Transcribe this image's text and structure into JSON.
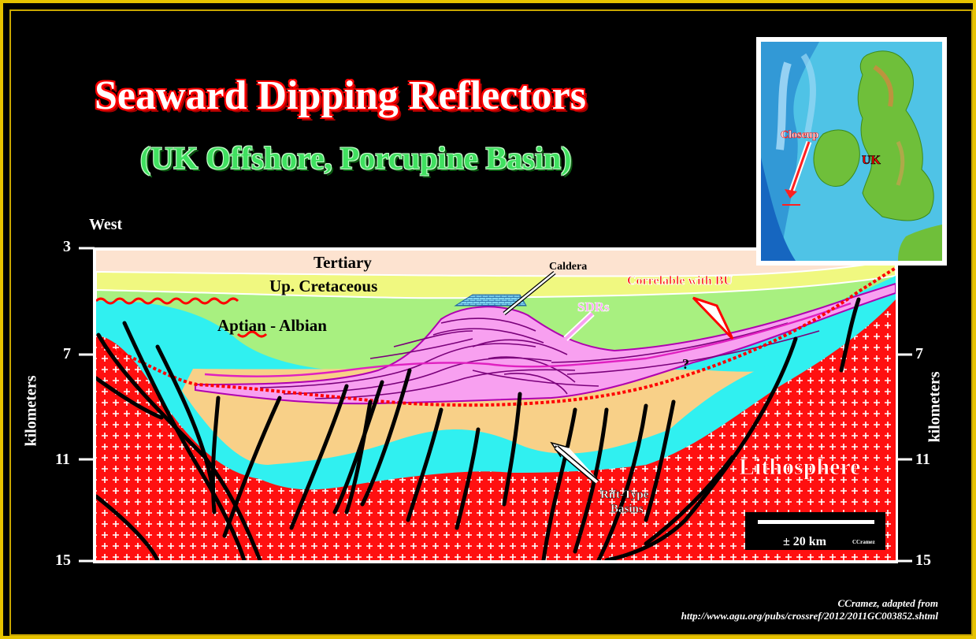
{
  "title": "Seaward Dipping Reflectors",
  "subtitle": "(UK Offshore, Porcupine Basin)",
  "direction_label": "West",
  "axis": {
    "unit_label": "kilometers",
    "ticks": [
      "3",
      "7",
      "11",
      "15"
    ]
  },
  "layers": {
    "tertiary": "Tertiary",
    "up_cretaceous": "Up. Cretaceous",
    "aptian_albian": "Aptian - Albian",
    "lithosphere": "Lithosphere"
  },
  "annotations": {
    "caldera": "Caldera",
    "sdrs": "SDRs",
    "correlable": "Correlable with BU",
    "question": "?",
    "rift_line1": "Rift-Type",
    "rift_line2": "Basins"
  },
  "scale_bar": {
    "label": "± 20 km",
    "signature": "CCramez"
  },
  "map": {
    "closeup_label": "Closeup",
    "country_label": "UK"
  },
  "credit": {
    "line1": "CCramez, adapted from",
    "line2": "http://www.agu.org/pubs/crossref/2012/2011GC003852.shtml"
  },
  "colors": {
    "tertiary": "#fde3d0",
    "up_cretaceous": "#f0f880",
    "aptian_albian": "#a8f080",
    "cyan_layer": "#30f0f0",
    "orange_layer": "#f8d088",
    "sdr": "#f8a0f0",
    "lithosphere": "#ff1010",
    "title_glow": "#ff0000",
    "subtitle": "#40e060"
  }
}
